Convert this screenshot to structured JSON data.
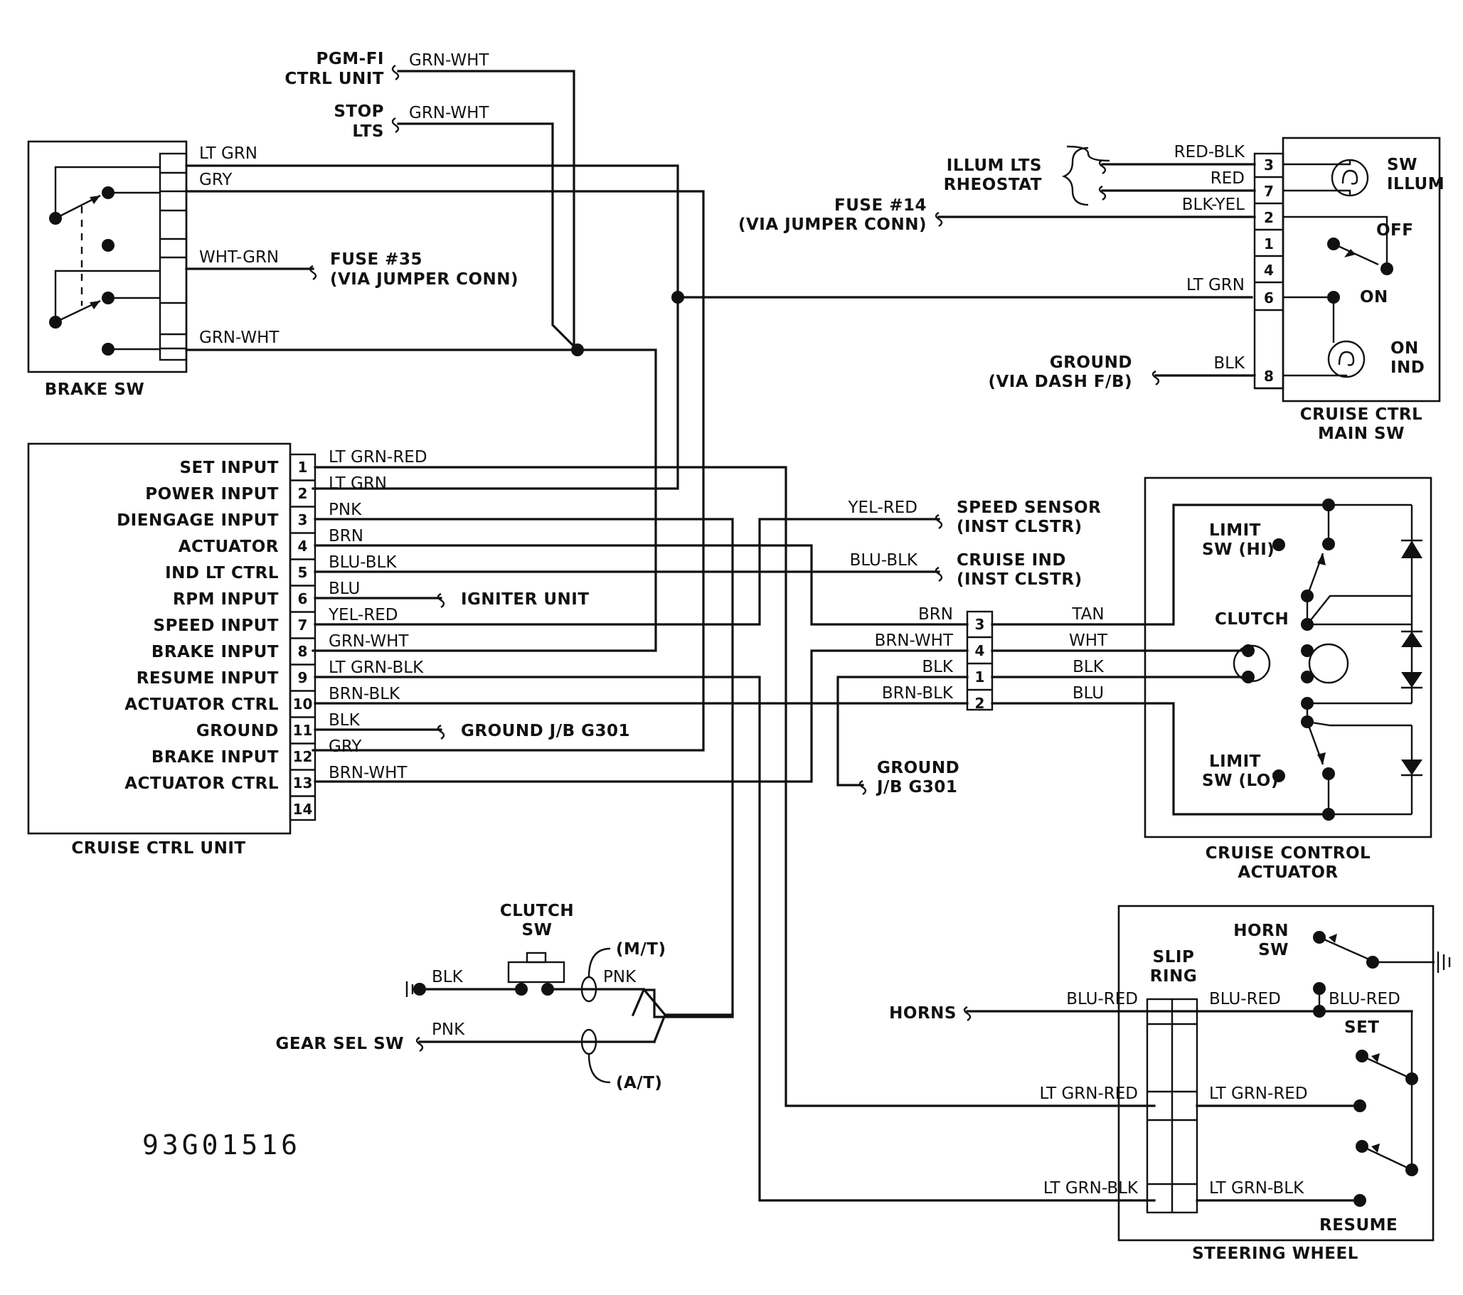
{
  "components": {
    "brake_sw": "BRAKE SW",
    "cruise_ctrl_unit": "CRUISE CTRL UNIT",
    "main_sw_l1": "CRUISE CTRL",
    "main_sw_l2": "MAIN SW",
    "actuator_l1": "CRUISE CONTROL",
    "actuator_l2": "ACTUATOR",
    "steering_wheel": "STEERING WHEEL",
    "clutch_sw_l1": "CLUTCH",
    "clutch_sw_l2": "SW"
  },
  "connections": {
    "pgmfi_l1": "PGM-FI",
    "pgmfi_l2": "CTRL UNIT",
    "stop_l1": "STOP",
    "stop_l2": "LTS",
    "fuse35_l1": "FUSE #35",
    "fuse35_l2": "(VIA JUMPER CONN)",
    "illum_l1": "ILLUM LTS",
    "illum_l2": "RHEOSTAT",
    "fuse14_l1": "FUSE #14",
    "fuse14_l2": "(VIA JUMPER CONN)",
    "ground_dash_l1": "GROUND",
    "ground_dash_l2": "(VIA DASH F/B)",
    "speed_sensor_l1": "SPEED SENSOR",
    "speed_sensor_l2": "(INST CLSTR)",
    "cruise_ind_l1": "CRUISE IND",
    "cruise_ind_l2": "(INST CLSTR)",
    "igniter": "IGNITER UNIT",
    "ground_jb_unit": "GROUND J/B G301",
    "ground_jb_l1": "GROUND",
    "ground_jb_l2": "J/B G301",
    "horns": "HORNS",
    "gear_sel_sw": "GEAR SEL SW",
    "mt": "(M/T)",
    "at": "(A/T)"
  },
  "unit_pins": [
    {
      "pin": "1",
      "name": "SET INPUT",
      "wire": "LT GRN-RED"
    },
    {
      "pin": "2",
      "name": "POWER INPUT",
      "wire": "LT GRN"
    },
    {
      "pin": "3",
      "name": "DIENGAGE INPUT",
      "wire": "PNK"
    },
    {
      "pin": "4",
      "name": "ACTUATOR",
      "wire": "BRN"
    },
    {
      "pin": "5",
      "name": "IND LT CTRL",
      "wire": "BLU-BLK"
    },
    {
      "pin": "6",
      "name": "RPM INPUT",
      "wire": "BLU"
    },
    {
      "pin": "7",
      "name": "SPEED INPUT",
      "wire": "YEL-RED"
    },
    {
      "pin": "8",
      "name": "BRAKE INPUT",
      "wire": "GRN-WHT"
    },
    {
      "pin": "9",
      "name": "RESUME INPUT",
      "wire": "LT GRN-BLK"
    },
    {
      "pin": "10",
      "name": "ACTUATOR CTRL",
      "wire": "BRN-BLK"
    },
    {
      "pin": "11",
      "name": "GROUND",
      "wire": "BLK"
    },
    {
      "pin": "12",
      "name": "BRAKE INPUT",
      "wire": "GRY"
    },
    {
      "pin": "13",
      "name": "ACTUATOR CTRL",
      "wire": "BRN-WHT"
    },
    {
      "pin": "14",
      "name": "",
      "wire": ""
    }
  ],
  "brake_sw_wires": [
    "LT GRN",
    "GRY",
    "WHT-GRN",
    "GRN-WHT"
  ],
  "top_wires": {
    "pgmfi": "GRN-WHT",
    "stop": "GRN-WHT"
  },
  "main_sw": {
    "pins": [
      "3",
      "7",
      "2",
      "1",
      "4",
      "6",
      "8"
    ],
    "wires": {
      "p3": "RED-BLK",
      "p7": "RED",
      "p2": "BLK-YEL",
      "p6": "LT GRN",
      "p8": "BLK"
    },
    "labels": {
      "sw_illum_l1": "SW",
      "sw_illum_l2": "ILLUM",
      "off": "OFF",
      "on": "ON",
      "on_ind_l1": "ON",
      "on_ind_l2": "IND"
    }
  },
  "actuator": {
    "pins": [
      "3",
      "4",
      "1",
      "2"
    ],
    "left_wires": [
      "BRN",
      "BRN-WHT",
      "BLK",
      "BRN-BLK"
    ],
    "right_wires": [
      "TAN",
      "WHT",
      "BLK",
      "BLU"
    ],
    "side_wires": {
      "yel_red": "YEL-RED",
      "blu_blk": "BLU-BLK"
    },
    "labels": {
      "limit_hi_l1": "LIMIT",
      "limit_hi_l2": "SW (HI)",
      "clutch": "CLUTCH",
      "limit_lo_l1": "LIMIT",
      "limit_lo_l2": "SW (LO)"
    }
  },
  "steering": {
    "slip_ring_l1": "SLIP",
    "slip_ring_l2": "RING",
    "horn_sw_l1": "HORN",
    "horn_sw_l2": "SW",
    "set": "SET",
    "resume": "RESUME",
    "wires": {
      "horn_left": "BLU-RED",
      "horn_right": "BLU-RED",
      "horn_far": "BLU-RED",
      "set_left": "LT GRN-RED",
      "set_right": "LT GRN-RED",
      "res_left": "LT GRN-BLK",
      "res_right": "LT GRN-BLK"
    }
  },
  "clutch_wires": {
    "blk": "BLK",
    "pnk_mt": "PNK",
    "pnk_gear": "PNK"
  },
  "figure_code": "93G01516"
}
